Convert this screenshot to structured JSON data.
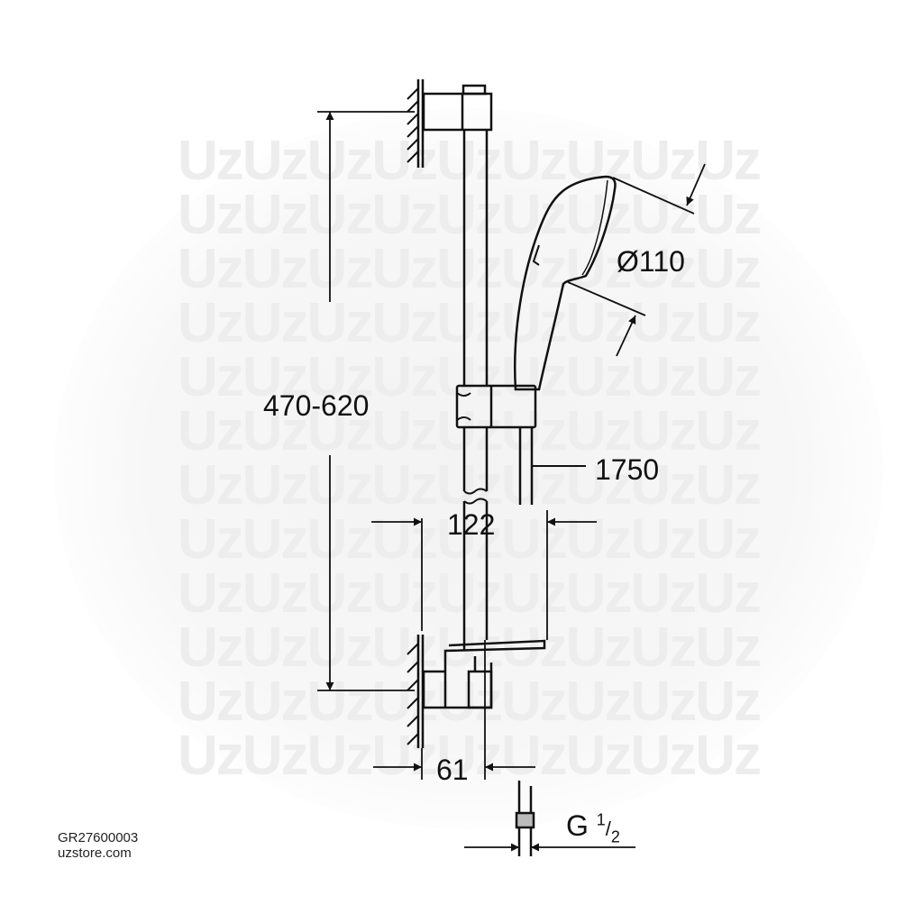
{
  "watermark": {
    "text": "UzUzUzUzUzUzUzUzUz",
    "color": "#eeeded"
  },
  "dimensions": {
    "height_range": "470-620",
    "head_diameter": "Ø110",
    "hose_length": "1750",
    "holder_offset": "122",
    "wall_depth": "61",
    "thread_letter": "G",
    "thread_num": "1",
    "thread_den": "2"
  },
  "product": {
    "code": "GR27600003",
    "site": "uzstore.com"
  },
  "colors": {
    "line": "#111111",
    "background": "#ffffff"
  }
}
